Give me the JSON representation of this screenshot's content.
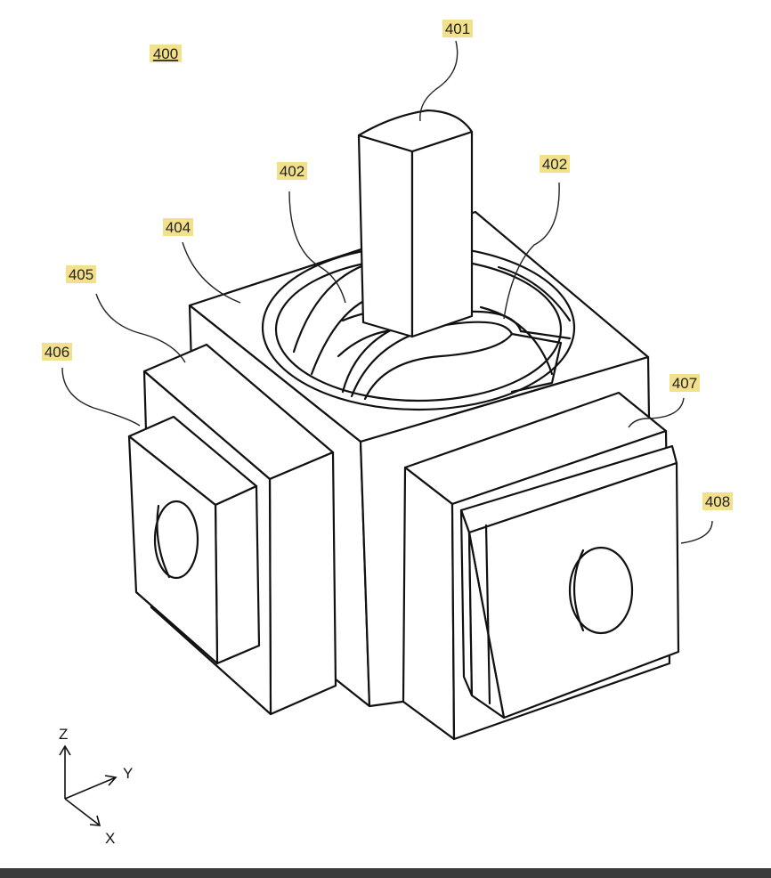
{
  "figure_label": "400",
  "references": {
    "r401": "401",
    "r402a": "402",
    "r402b": "402",
    "r404": "404",
    "r405": "405",
    "r406": "406",
    "r407": "407",
    "r408": "408"
  },
  "axes": {
    "z": "Z",
    "y": "Y",
    "x": "X"
  },
  "colors": {
    "label_highlight": "#f3e08a",
    "line": "#111111",
    "bottom_bar": "#3b3b3b"
  }
}
